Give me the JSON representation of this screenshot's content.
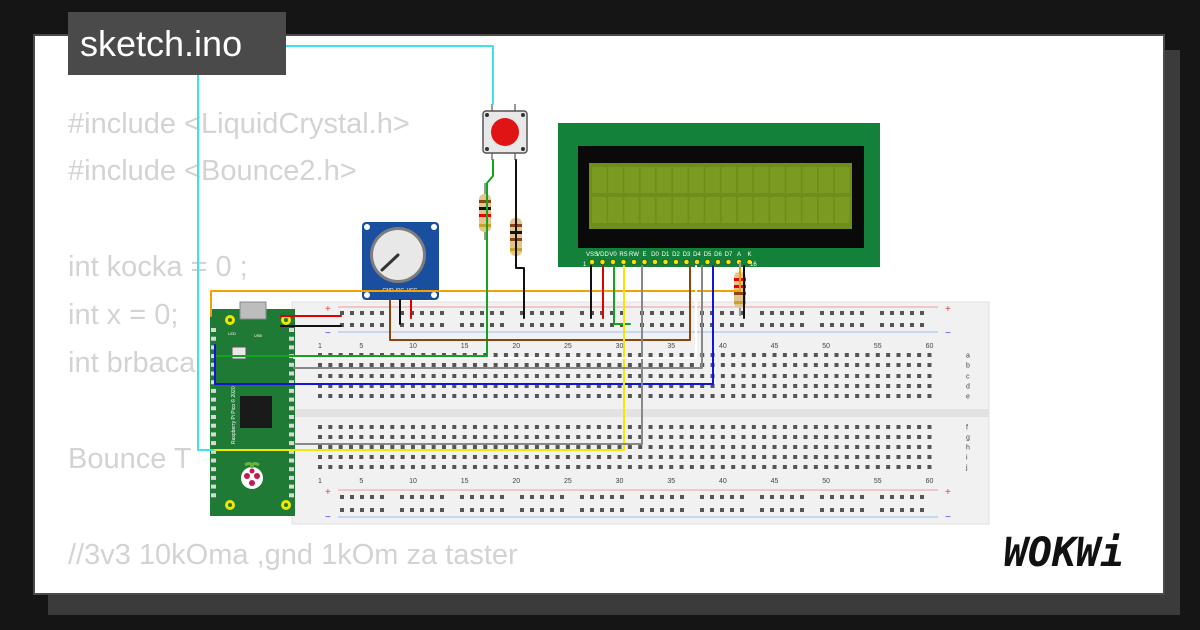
{
  "title": "sketch.ino",
  "code_lines": [
    "#include <LiquidCrystal.h>",
    "#include <Bounce2.h>",
    "int kocka = 0 ;",
    "int x = 0;",
    "int brbaca",
    "Bounce T",
    "//3v3 10kOma ,gnd 1kOm za taster"
  ],
  "logo_text": "WOKWi",
  "lcd": {
    "pin_labels": [
      "VSS",
      "VDD",
      "V0",
      "RS",
      "RW",
      "E",
      "D0",
      "D1",
      "D2",
      "D3",
      "D4",
      "D5",
      "D6",
      "D7",
      "A",
      "K"
    ],
    "pin_first": "1",
    "pin_last": "16",
    "colors": {
      "board": "#13813a",
      "bezel": "#0a0a0a",
      "screen": "#6f8d1a"
    }
  },
  "potentiometer": {
    "pin_labels": [
      "GND",
      "SIG",
      "VCC"
    ]
  },
  "pico": {
    "labels": {
      "usb": "USB",
      "led": "LED",
      "bootsel": "BOOTSEL",
      "model": "Raspberry Pi Pico © 2020"
    },
    "color": "#1f7a35"
  },
  "breadboard": {
    "columns": [
      "1",
      "5",
      "10",
      "15",
      "20",
      "25",
      "30",
      "35",
      "40",
      "45",
      "50",
      "55",
      "60"
    ],
    "rows_top": [
      "a",
      "b",
      "c",
      "d",
      "e"
    ],
    "rows_bottom": [
      "f",
      "g",
      "h",
      "i",
      "j"
    ],
    "plus": "+",
    "minus": "−"
  },
  "wire_colors": {
    "cyan": "#3ee1ee",
    "orange": "#f2a100",
    "green": "#13a31f",
    "brown": "#8b4513",
    "red": "#e00000",
    "black": "#111111",
    "blue": "#1414d8",
    "yellow": "#f5e800",
    "gray": "#888888",
    "white": "#ffffff"
  }
}
